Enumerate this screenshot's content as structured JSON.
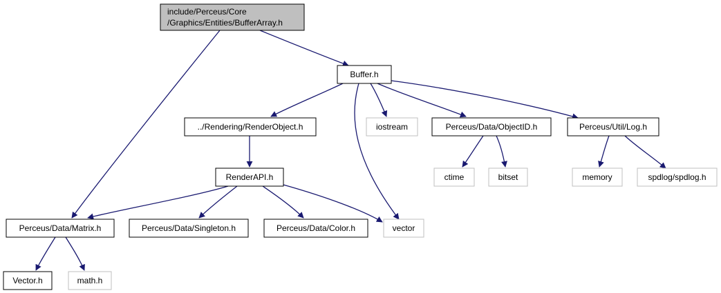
{
  "colors": {
    "edge": "#191970",
    "node_border": "#000000",
    "node_border_external": "#bfbfbf",
    "node_fill": "#ffffff",
    "root_fill": "#bfbfbf",
    "text": "#000000"
  },
  "nodes": [
    {
      "id": "root",
      "lines": [
        "include/Perceus/Core",
        "/Graphics/Entities/BufferArray.h"
      ],
      "kind": "root"
    },
    {
      "id": "buffer",
      "lines": [
        "Buffer.h"
      ],
      "kind": "local"
    },
    {
      "id": "renderobject",
      "lines": [
        "../Rendering/RenderObject.h"
      ],
      "kind": "local"
    },
    {
      "id": "iostream",
      "lines": [
        "iostream"
      ],
      "kind": "external"
    },
    {
      "id": "objectid",
      "lines": [
        "Perceus/Data/ObjectID.h"
      ],
      "kind": "local"
    },
    {
      "id": "log",
      "lines": [
        "Perceus/Util/Log.h"
      ],
      "kind": "local"
    },
    {
      "id": "renderapi",
      "lines": [
        "RenderAPI.h"
      ],
      "kind": "local"
    },
    {
      "id": "ctime",
      "lines": [
        "ctime"
      ],
      "kind": "external"
    },
    {
      "id": "bitset",
      "lines": [
        "bitset"
      ],
      "kind": "external"
    },
    {
      "id": "memory",
      "lines": [
        "memory"
      ],
      "kind": "external"
    },
    {
      "id": "spdlog",
      "lines": [
        "spdlog/spdlog.h"
      ],
      "kind": "external"
    },
    {
      "id": "matrix",
      "lines": [
        "Perceus/Data/Matrix.h"
      ],
      "kind": "local"
    },
    {
      "id": "singleton",
      "lines": [
        "Perceus/Data/Singleton.h"
      ],
      "kind": "local"
    },
    {
      "id": "color",
      "lines": [
        "Perceus/Data/Color.h"
      ],
      "kind": "local"
    },
    {
      "id": "vector",
      "lines": [
        "vector"
      ],
      "kind": "external"
    },
    {
      "id": "vectorh",
      "lines": [
        "Vector.h"
      ],
      "kind": "local"
    },
    {
      "id": "mathh",
      "lines": [
        "math.h"
      ],
      "kind": "external"
    }
  ],
  "edges": [
    {
      "from": "root",
      "to": "matrix"
    },
    {
      "from": "root",
      "to": "buffer"
    },
    {
      "from": "buffer",
      "to": "renderobject"
    },
    {
      "from": "buffer",
      "to": "vector"
    },
    {
      "from": "buffer",
      "to": "iostream"
    },
    {
      "from": "buffer",
      "to": "objectid"
    },
    {
      "from": "buffer",
      "to": "log"
    },
    {
      "from": "renderobject",
      "to": "renderapi"
    },
    {
      "from": "renderapi",
      "to": "matrix"
    },
    {
      "from": "renderapi",
      "to": "singleton"
    },
    {
      "from": "renderapi",
      "to": "color"
    },
    {
      "from": "renderapi",
      "to": "vector"
    },
    {
      "from": "objectid",
      "to": "ctime"
    },
    {
      "from": "objectid",
      "to": "bitset"
    },
    {
      "from": "log",
      "to": "memory"
    },
    {
      "from": "log",
      "to": "spdlog"
    },
    {
      "from": "matrix",
      "to": "vectorh"
    },
    {
      "from": "matrix",
      "to": "mathh"
    }
  ]
}
